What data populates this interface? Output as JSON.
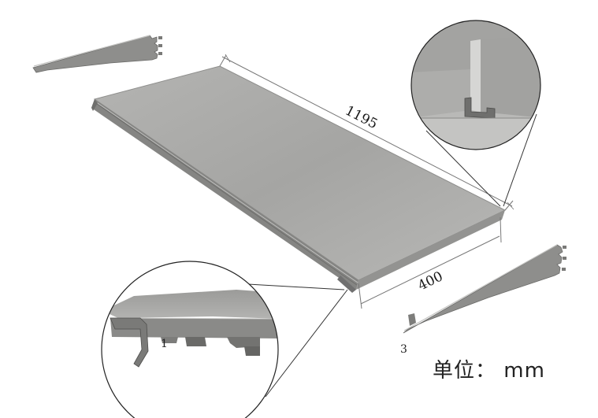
{
  "dimensions": {
    "length": "1195",
    "width": "400"
  },
  "callouts": {
    "left_bracket": "1",
    "right_bracket": "3"
  },
  "unit_label": "单位： mm",
  "colors": {
    "shelf_top": "#a7a7a5",
    "shelf_edge": "#7f7f7d",
    "bracket": "#8c8c8a",
    "dimension_line": "#777777"
  }
}
